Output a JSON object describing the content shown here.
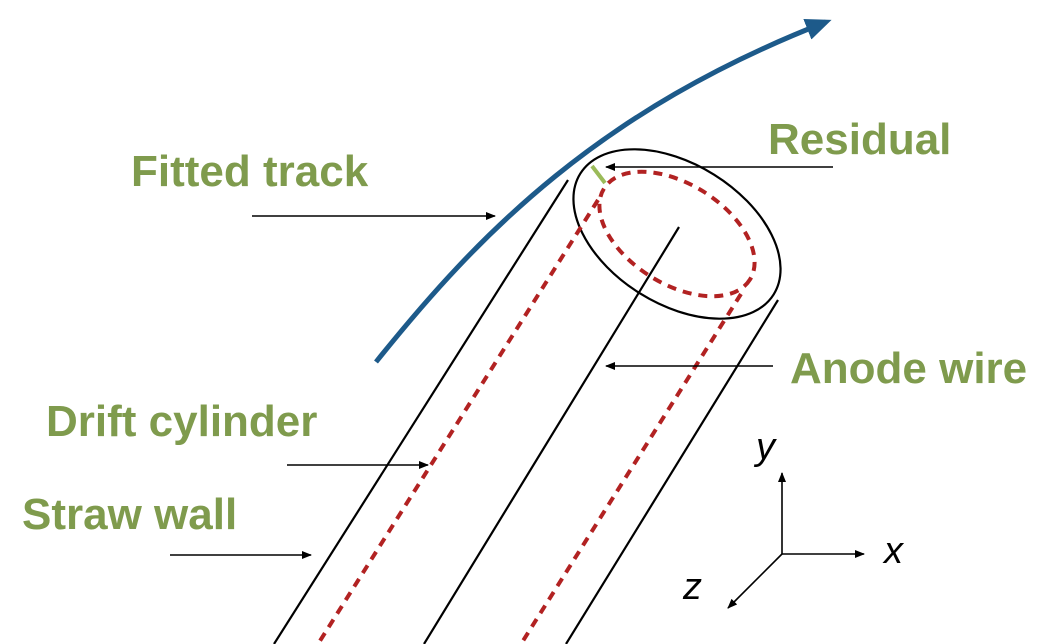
{
  "labels": {
    "fitted_track": "Fitted track",
    "residual": "Residual",
    "anode_wire": "Anode wire",
    "drift_cylinder": "Drift cylinder",
    "straw_wall": "Straw wall"
  },
  "axes": {
    "x": "x",
    "y": "y",
    "z": "z"
  },
  "colors": {
    "label_text": "#7f9b4d",
    "track": "#1d5a8a",
    "drift_cylinder": "#b22222",
    "residual_mark": "#9bbb59",
    "outline": "#000000"
  }
}
